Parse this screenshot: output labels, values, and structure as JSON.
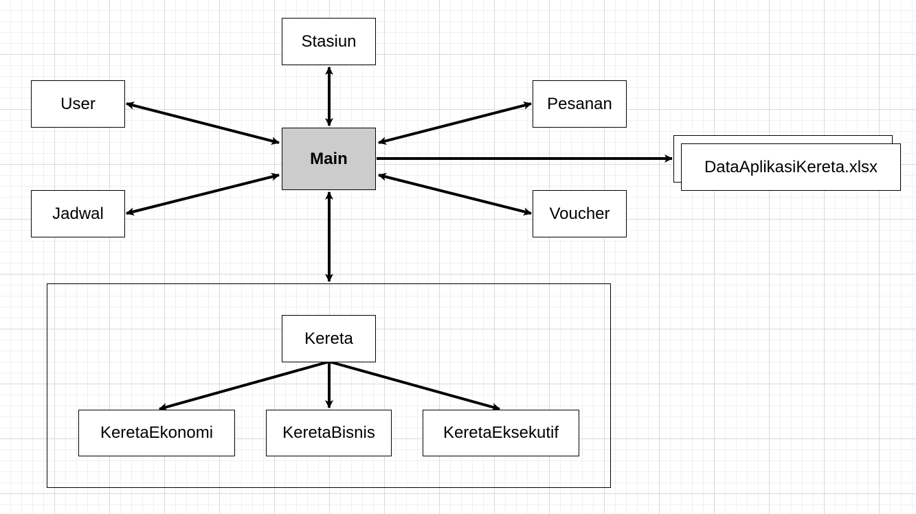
{
  "diagram": {
    "nodes": {
      "stasiun": "Stasiun",
      "user": "User",
      "pesanan": "Pesanan",
      "main": "Main",
      "data_file": "DataAplikasiKereta.xlsx",
      "jadwal": "Jadwal",
      "voucher": "Voucher",
      "kereta": "Kereta",
      "kereta_ekonomi": "KeretaEkonomi",
      "kereta_bisnis": "KeretaBisnis",
      "kereta_eksekutif": "KeretaEksekutif"
    },
    "edges": [
      {
        "from": "main",
        "to": "stasiun",
        "direction": "both"
      },
      {
        "from": "main",
        "to": "user",
        "direction": "both"
      },
      {
        "from": "main",
        "to": "pesanan",
        "direction": "both"
      },
      {
        "from": "main",
        "to": "jadwal",
        "direction": "both"
      },
      {
        "from": "main",
        "to": "voucher",
        "direction": "both"
      },
      {
        "from": "main",
        "to": "data_file",
        "direction": "forward"
      },
      {
        "from": "main",
        "to": "kereta_group",
        "direction": "both"
      },
      {
        "from": "kereta",
        "to": "kereta_ekonomi",
        "direction": "forward"
      },
      {
        "from": "kereta",
        "to": "kereta_bisnis",
        "direction": "forward"
      },
      {
        "from": "kereta",
        "to": "kereta_eksekutif",
        "direction": "forward"
      }
    ],
    "colors": {
      "main_fill": "#cccccc",
      "box_fill": "#ffffff",
      "stroke": "#000000",
      "grid": "#d9d9d9"
    }
  }
}
